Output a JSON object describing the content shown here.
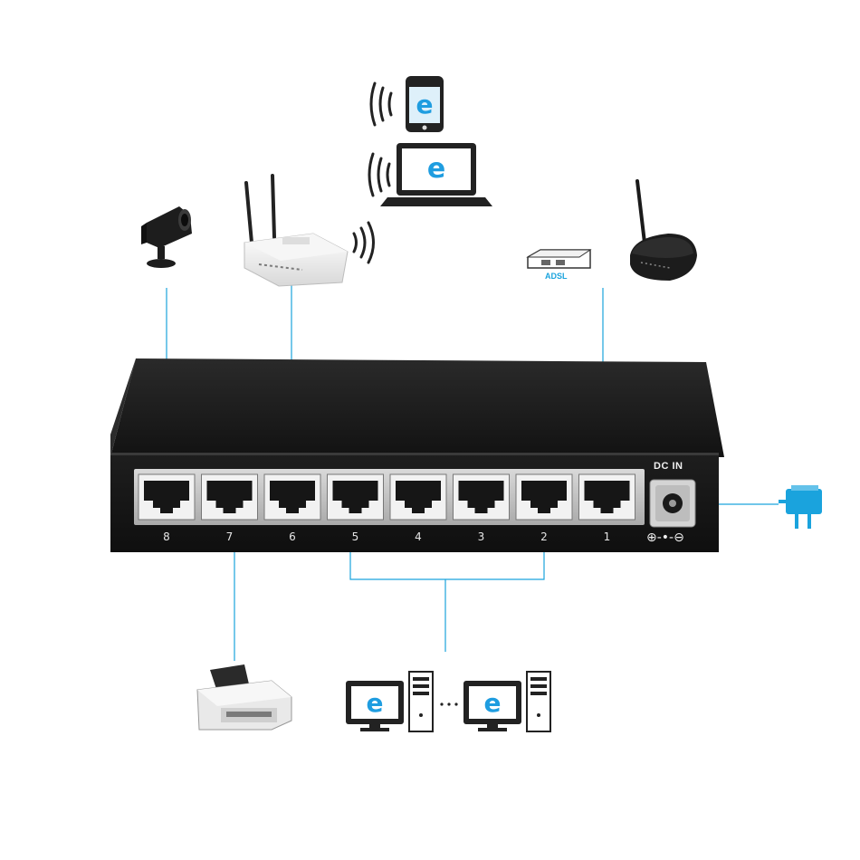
{
  "switch": {
    "ports": [
      {
        "number": "8"
      },
      {
        "number": "7"
      },
      {
        "number": "6"
      },
      {
        "number": "5"
      },
      {
        "number": "4"
      },
      {
        "number": "3"
      },
      {
        "number": "2"
      },
      {
        "number": "1"
      }
    ],
    "power_label": "DC IN",
    "polarity_symbol": "⊕-•-⊖"
  },
  "modem": {
    "label": "ADSL"
  },
  "screen_glyph": "e",
  "colors": {
    "link_line": "#1aa3dd",
    "screen_blue": "#1f9de0",
    "switch_body": "#1b1b1b"
  }
}
